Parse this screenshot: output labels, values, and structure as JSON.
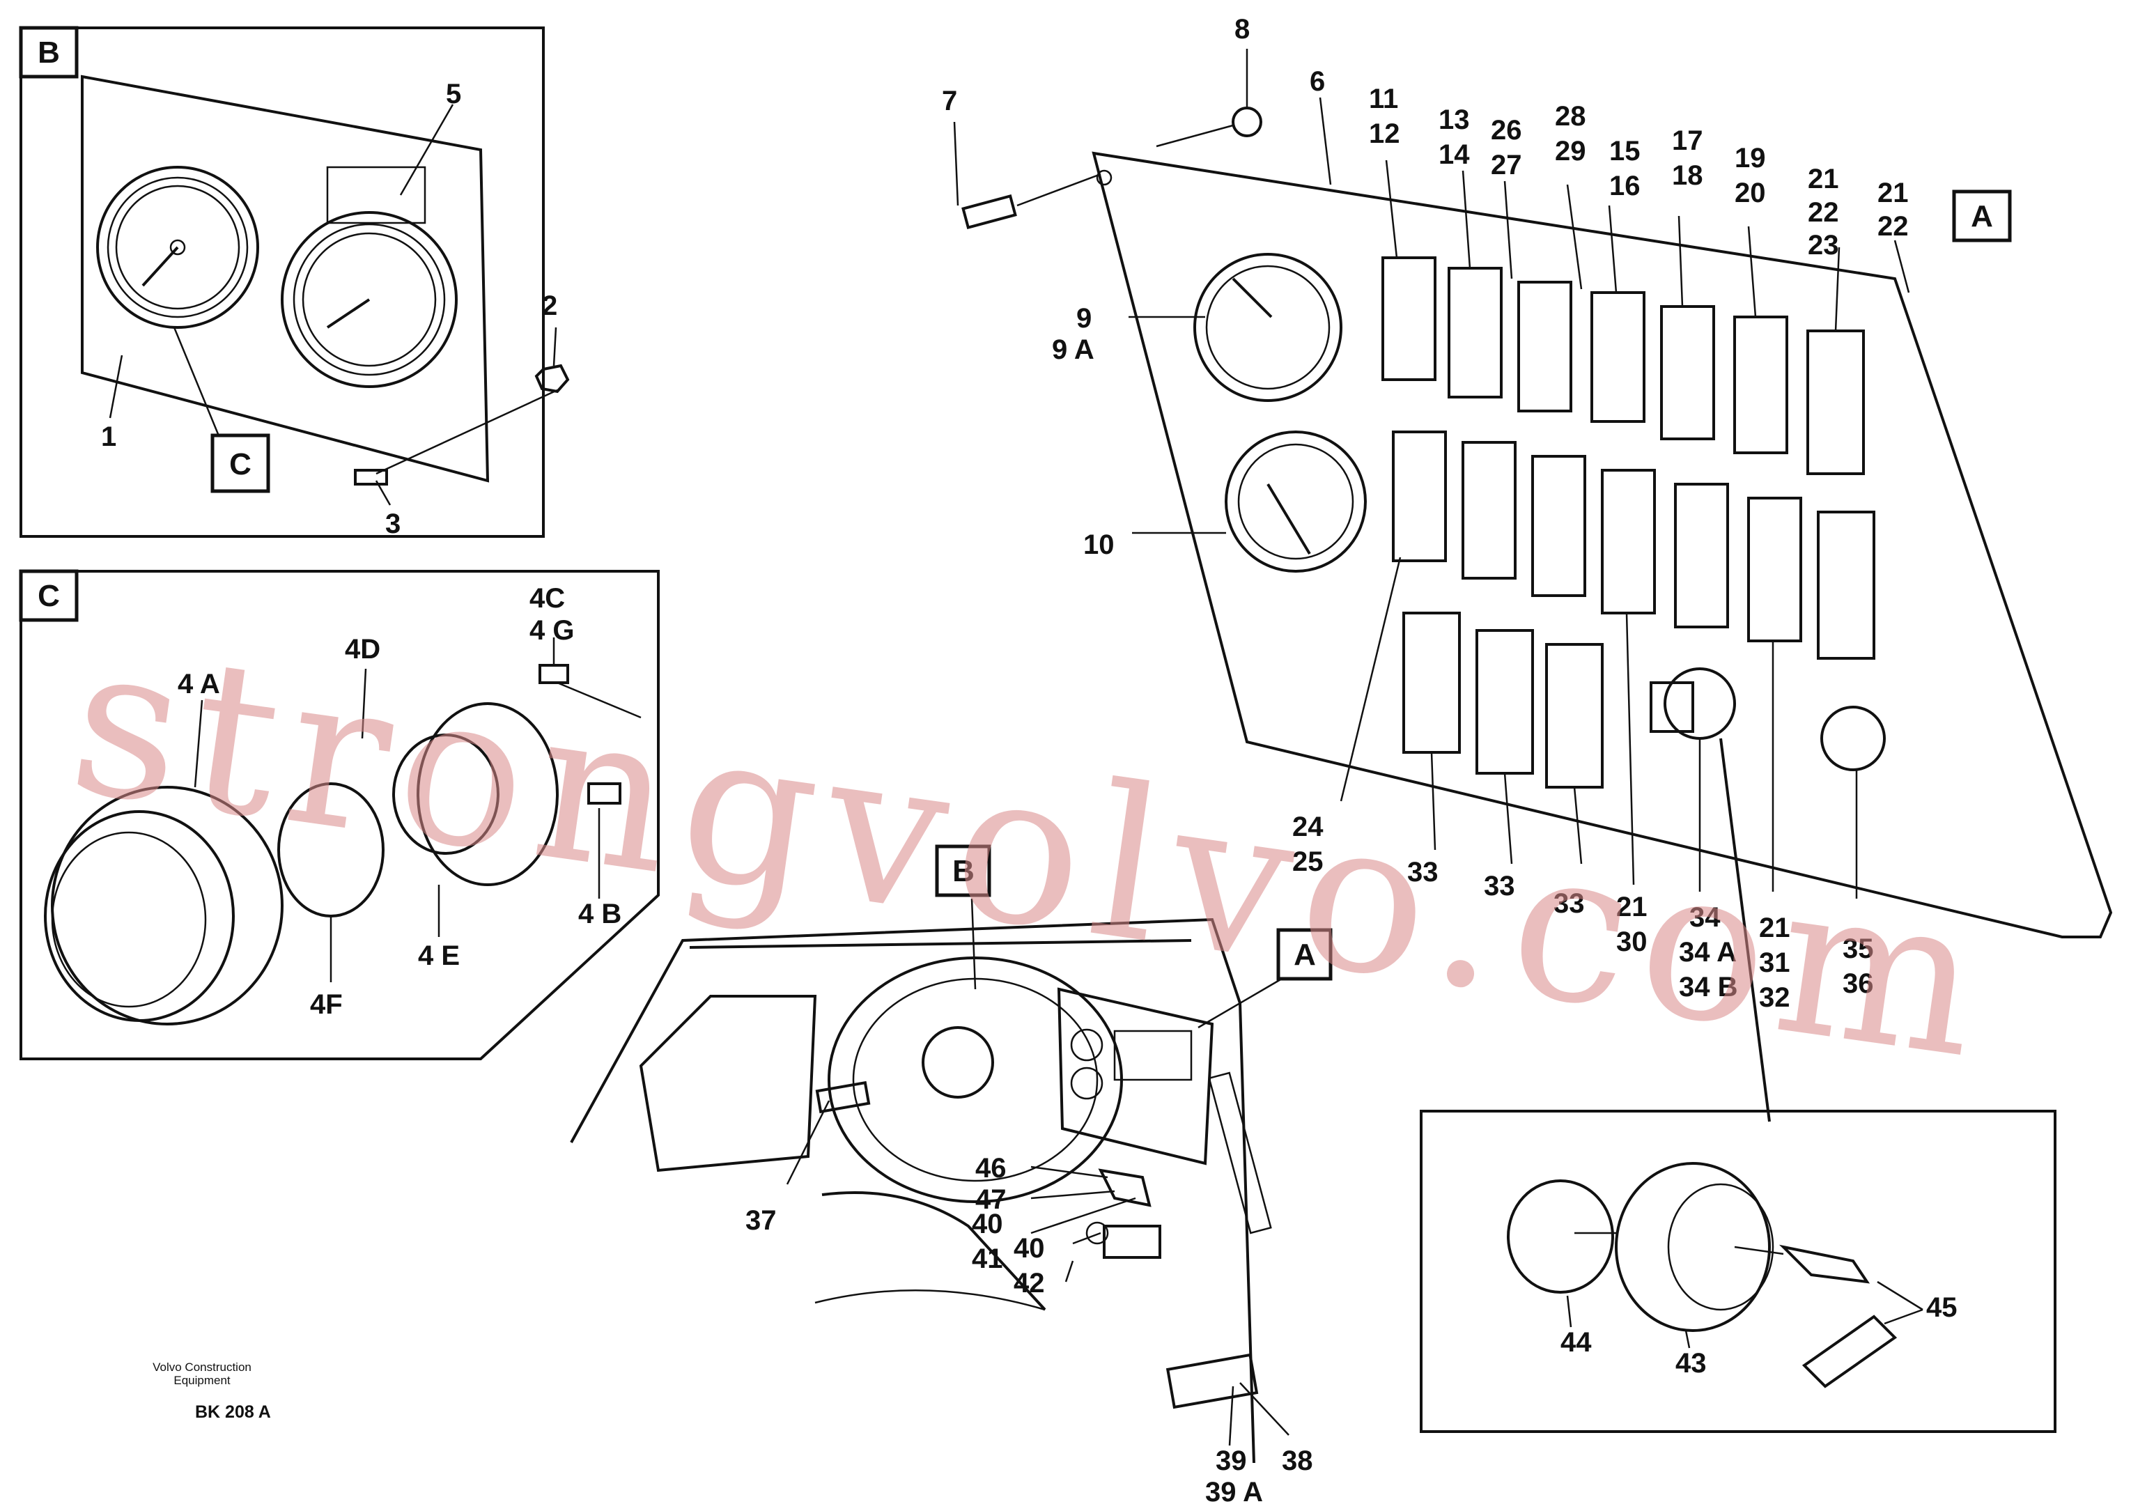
{
  "detail_boxes": {
    "B": "B",
    "C": "C",
    "A": "A"
  },
  "callouts_B": {
    "n1": "1",
    "n2": "2",
    "n3": "3",
    "n5": "5",
    "c": "C"
  },
  "callouts_C": {
    "a4A": "4 A",
    "a4C": "4C",
    "a4G": "4 G",
    "a4D": "4D",
    "a4B": "4 B",
    "a4E": "4 E",
    "a4F": "4F"
  },
  "callouts_A": {
    "n6": "6",
    "n7": "7",
    "n8": "8",
    "n9": "9",
    "n9A": "9 A",
    "n10": "10",
    "n11": "11",
    "n12": "12",
    "n13": "13",
    "n14": "14",
    "n26": "26",
    "n27": "27",
    "n28": "28",
    "n29": "29",
    "n15": "15",
    "n16": "16",
    "n17": "17",
    "n18": "18",
    "n19": "19",
    "n20": "20",
    "n21a": "21",
    "n22a": "22",
    "n23": "23",
    "n21b": "21",
    "n22b": "22",
    "n24": "24",
    "n25": "25",
    "n33a": "33",
    "n33b": "33",
    "n33c": "33",
    "n21c": "21",
    "n30": "30",
    "n34": "34",
    "n34A": "34 A",
    "n34B": "34 B",
    "n21d": "21",
    "n31": "31",
    "n32": "32",
    "n35": "35",
    "n36": "36"
  },
  "callouts_cab": {
    "boxB": "B",
    "boxA": "A",
    "n37": "37",
    "n46": "46",
    "n47": "47",
    "n40a": "40",
    "n41": "41",
    "n40b": "40",
    "n42": "42",
    "n39": "39",
    "n39A": "39 A",
    "n38": "38"
  },
  "callouts_key": {
    "n44": "44",
    "n43": "43",
    "n45": "45"
  },
  "footer": {
    "company_line1": "Volvo Construction",
    "company_line2": "Equipment",
    "drawing_code": "BK 208 A"
  },
  "watermark": "strongvolvo.com"
}
